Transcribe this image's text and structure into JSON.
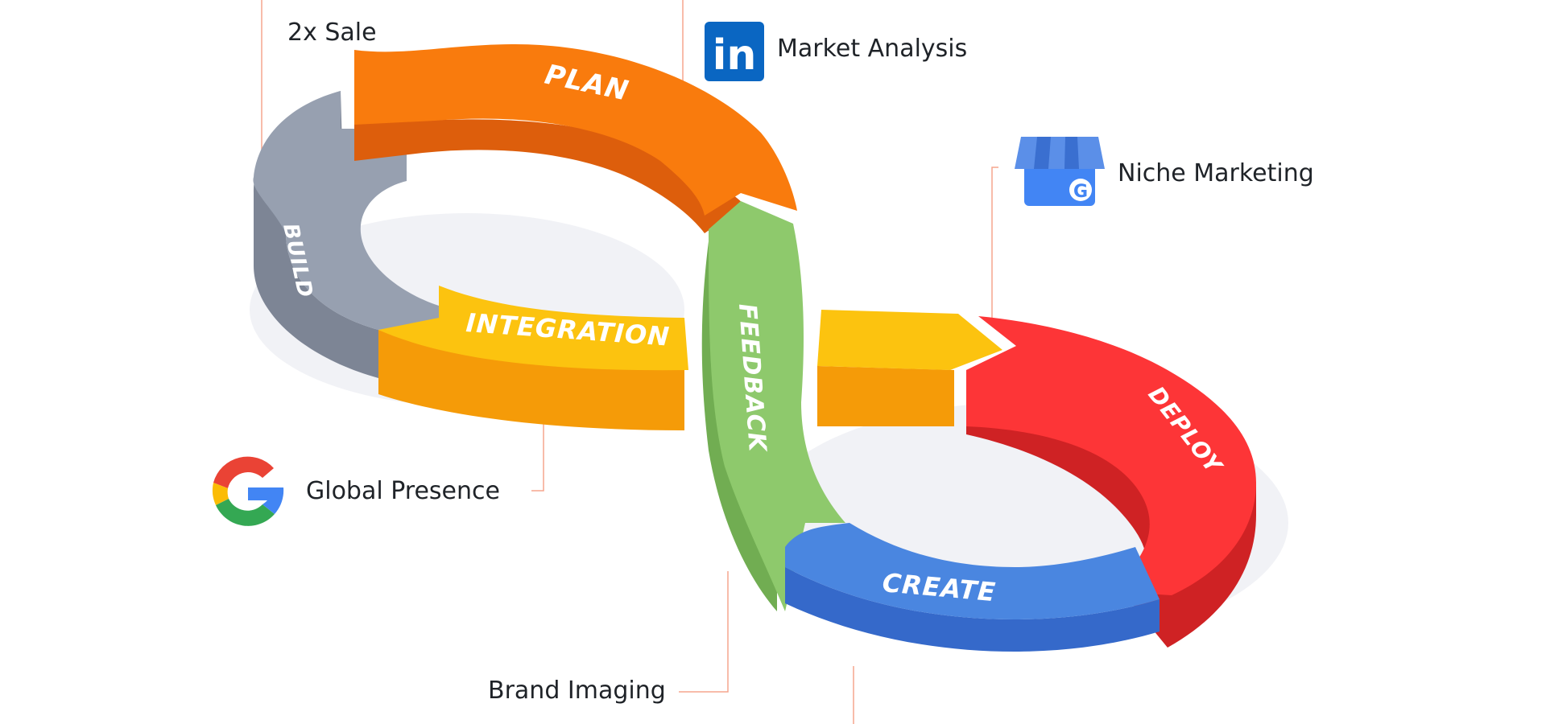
{
  "diagram": {
    "segments": [
      {
        "id": "plan",
        "label": "PLAN"
      },
      {
        "id": "build",
        "label": "BUILD"
      },
      {
        "id": "integration",
        "label": "INTEGRATION"
      },
      {
        "id": "feedback",
        "label": "FEEDBACK"
      },
      {
        "id": "deploy",
        "label": "DEPLOY"
      },
      {
        "id": "create",
        "label": "CREATE"
      }
    ],
    "callouts": [
      {
        "id": "sale",
        "text": "2x Sale",
        "icon": "none"
      },
      {
        "id": "market",
        "text": "Market Analysis",
        "icon": "linkedin-icon",
        "icon_text": "in"
      },
      {
        "id": "niche",
        "text": "Niche Marketing",
        "icon": "google-my-business-icon",
        "icon_text": "G"
      },
      {
        "id": "global",
        "text": "Global Presence",
        "icon": "google-icon"
      },
      {
        "id": "brand",
        "text": "Brand Imaging",
        "icon": "none"
      }
    ],
    "colors": {
      "plan": "#f97b0d",
      "plan_dark": "#dd5e0c",
      "build": "#97a0b0",
      "build_dark": "#7d8595",
      "integration": "#fcc30f",
      "integration_dark": "#f59b08",
      "feedback": "#8ec96c",
      "feedback_dark": "#71ad52",
      "deploy": "#fd3537",
      "deploy_dark": "#cf2224",
      "create": "#4a86e0",
      "create_dark": "#3569ca",
      "linkedin": "#0a66c2",
      "google_blue": "#4285f4",
      "google_red": "#ea4335",
      "google_yellow": "#fbbc05",
      "google_green": "#34a853",
      "leader_line": "#f5a58d"
    }
  }
}
